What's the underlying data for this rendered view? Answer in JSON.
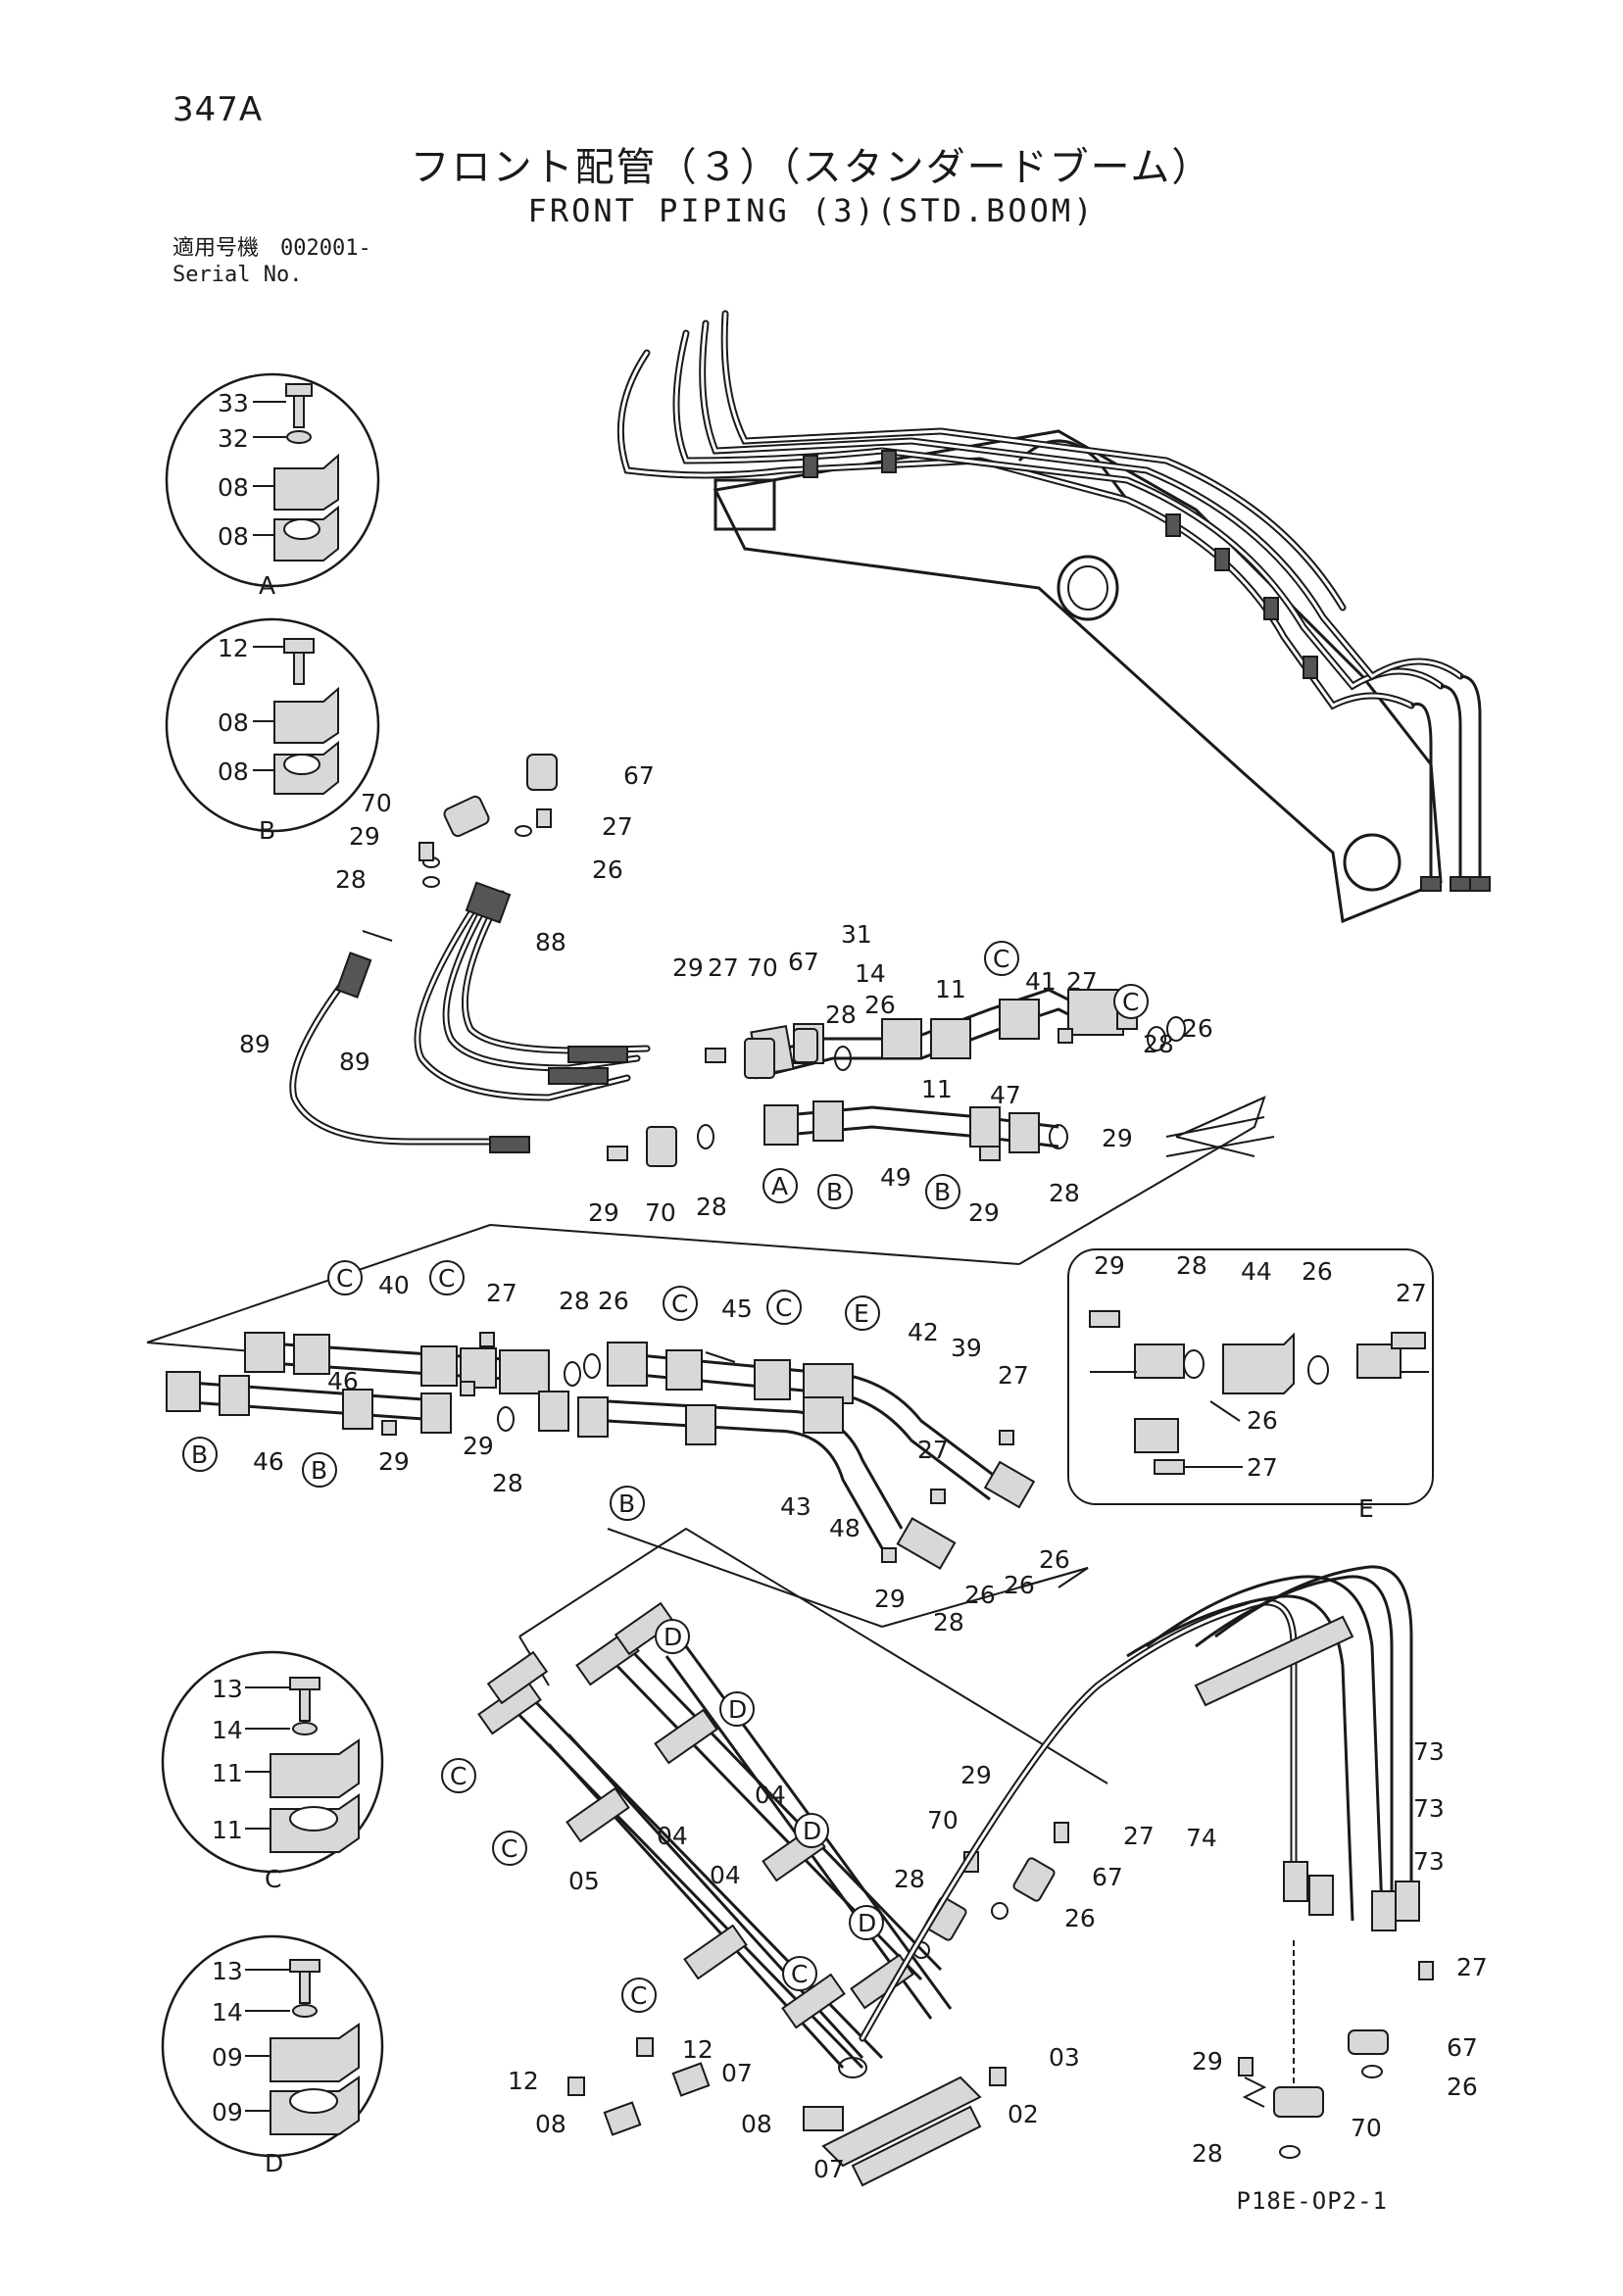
{
  "header": {
    "page_number": "347A",
    "title_jp": "フロント配管（３）（スタンダードブーム）",
    "title_en": "FRONT PIPING (3)(STD.BOOM)",
    "serial_label_jp": "適用号機　002001-",
    "serial_label_en": "Serial No."
  },
  "footer": {
    "code": "P18E-OP2-1"
  },
  "details": {
    "A": {
      "letter": "A",
      "parts": [
        "33",
        "32",
        "08",
        "08"
      ]
    },
    "B": {
      "letter": "B",
      "parts": [
        "12",
        "08",
        "08"
      ]
    },
    "C": {
      "letter": "C",
      "parts": [
        "13",
        "14",
        "11",
        "11"
      ]
    },
    "D": {
      "letter": "D",
      "parts": [
        "13",
        "14",
        "09",
        "09"
      ]
    },
    "E": {
      "letter": "E",
      "parts": [
        "29",
        "28",
        "44",
        "26",
        "27",
        "26",
        "27"
      ]
    }
  },
  "callouts": [
    "67",
    "70",
    "27",
    "29",
    "26",
    "28",
    "88",
    "89",
    "89",
    "31",
    "14",
    "29",
    "27",
    "70",
    "67",
    "28",
    "26",
    "11",
    "41",
    "27",
    "28",
    "26",
    "11",
    "47",
    "29",
    "29",
    "70",
    "28",
    "49",
    "29",
    "28",
    "40",
    "27",
    "28",
    "26",
    "45",
    "42",
    "39",
    "27",
    "46",
    "46",
    "29",
    "29",
    "28",
    "27",
    "43",
    "48",
    "29",
    "26",
    "26",
    "28",
    "26",
    "04",
    "04",
    "04",
    "05",
    "29",
    "70",
    "27",
    "28",
    "67",
    "26",
    "12",
    "07",
    "03",
    "12",
    "08",
    "08",
    "02",
    "07",
    "73",
    "73",
    "73",
    "74",
    "27",
    "67",
    "29",
    "26",
    "70",
    "28"
  ],
  "ref_letters": [
    "C",
    "C",
    "A",
    "B",
    "B",
    "C",
    "C",
    "C",
    "C",
    "E",
    "B",
    "B",
    "B",
    "D",
    "D",
    "D",
    "C",
    "C",
    "D",
    "C",
    "C"
  ]
}
